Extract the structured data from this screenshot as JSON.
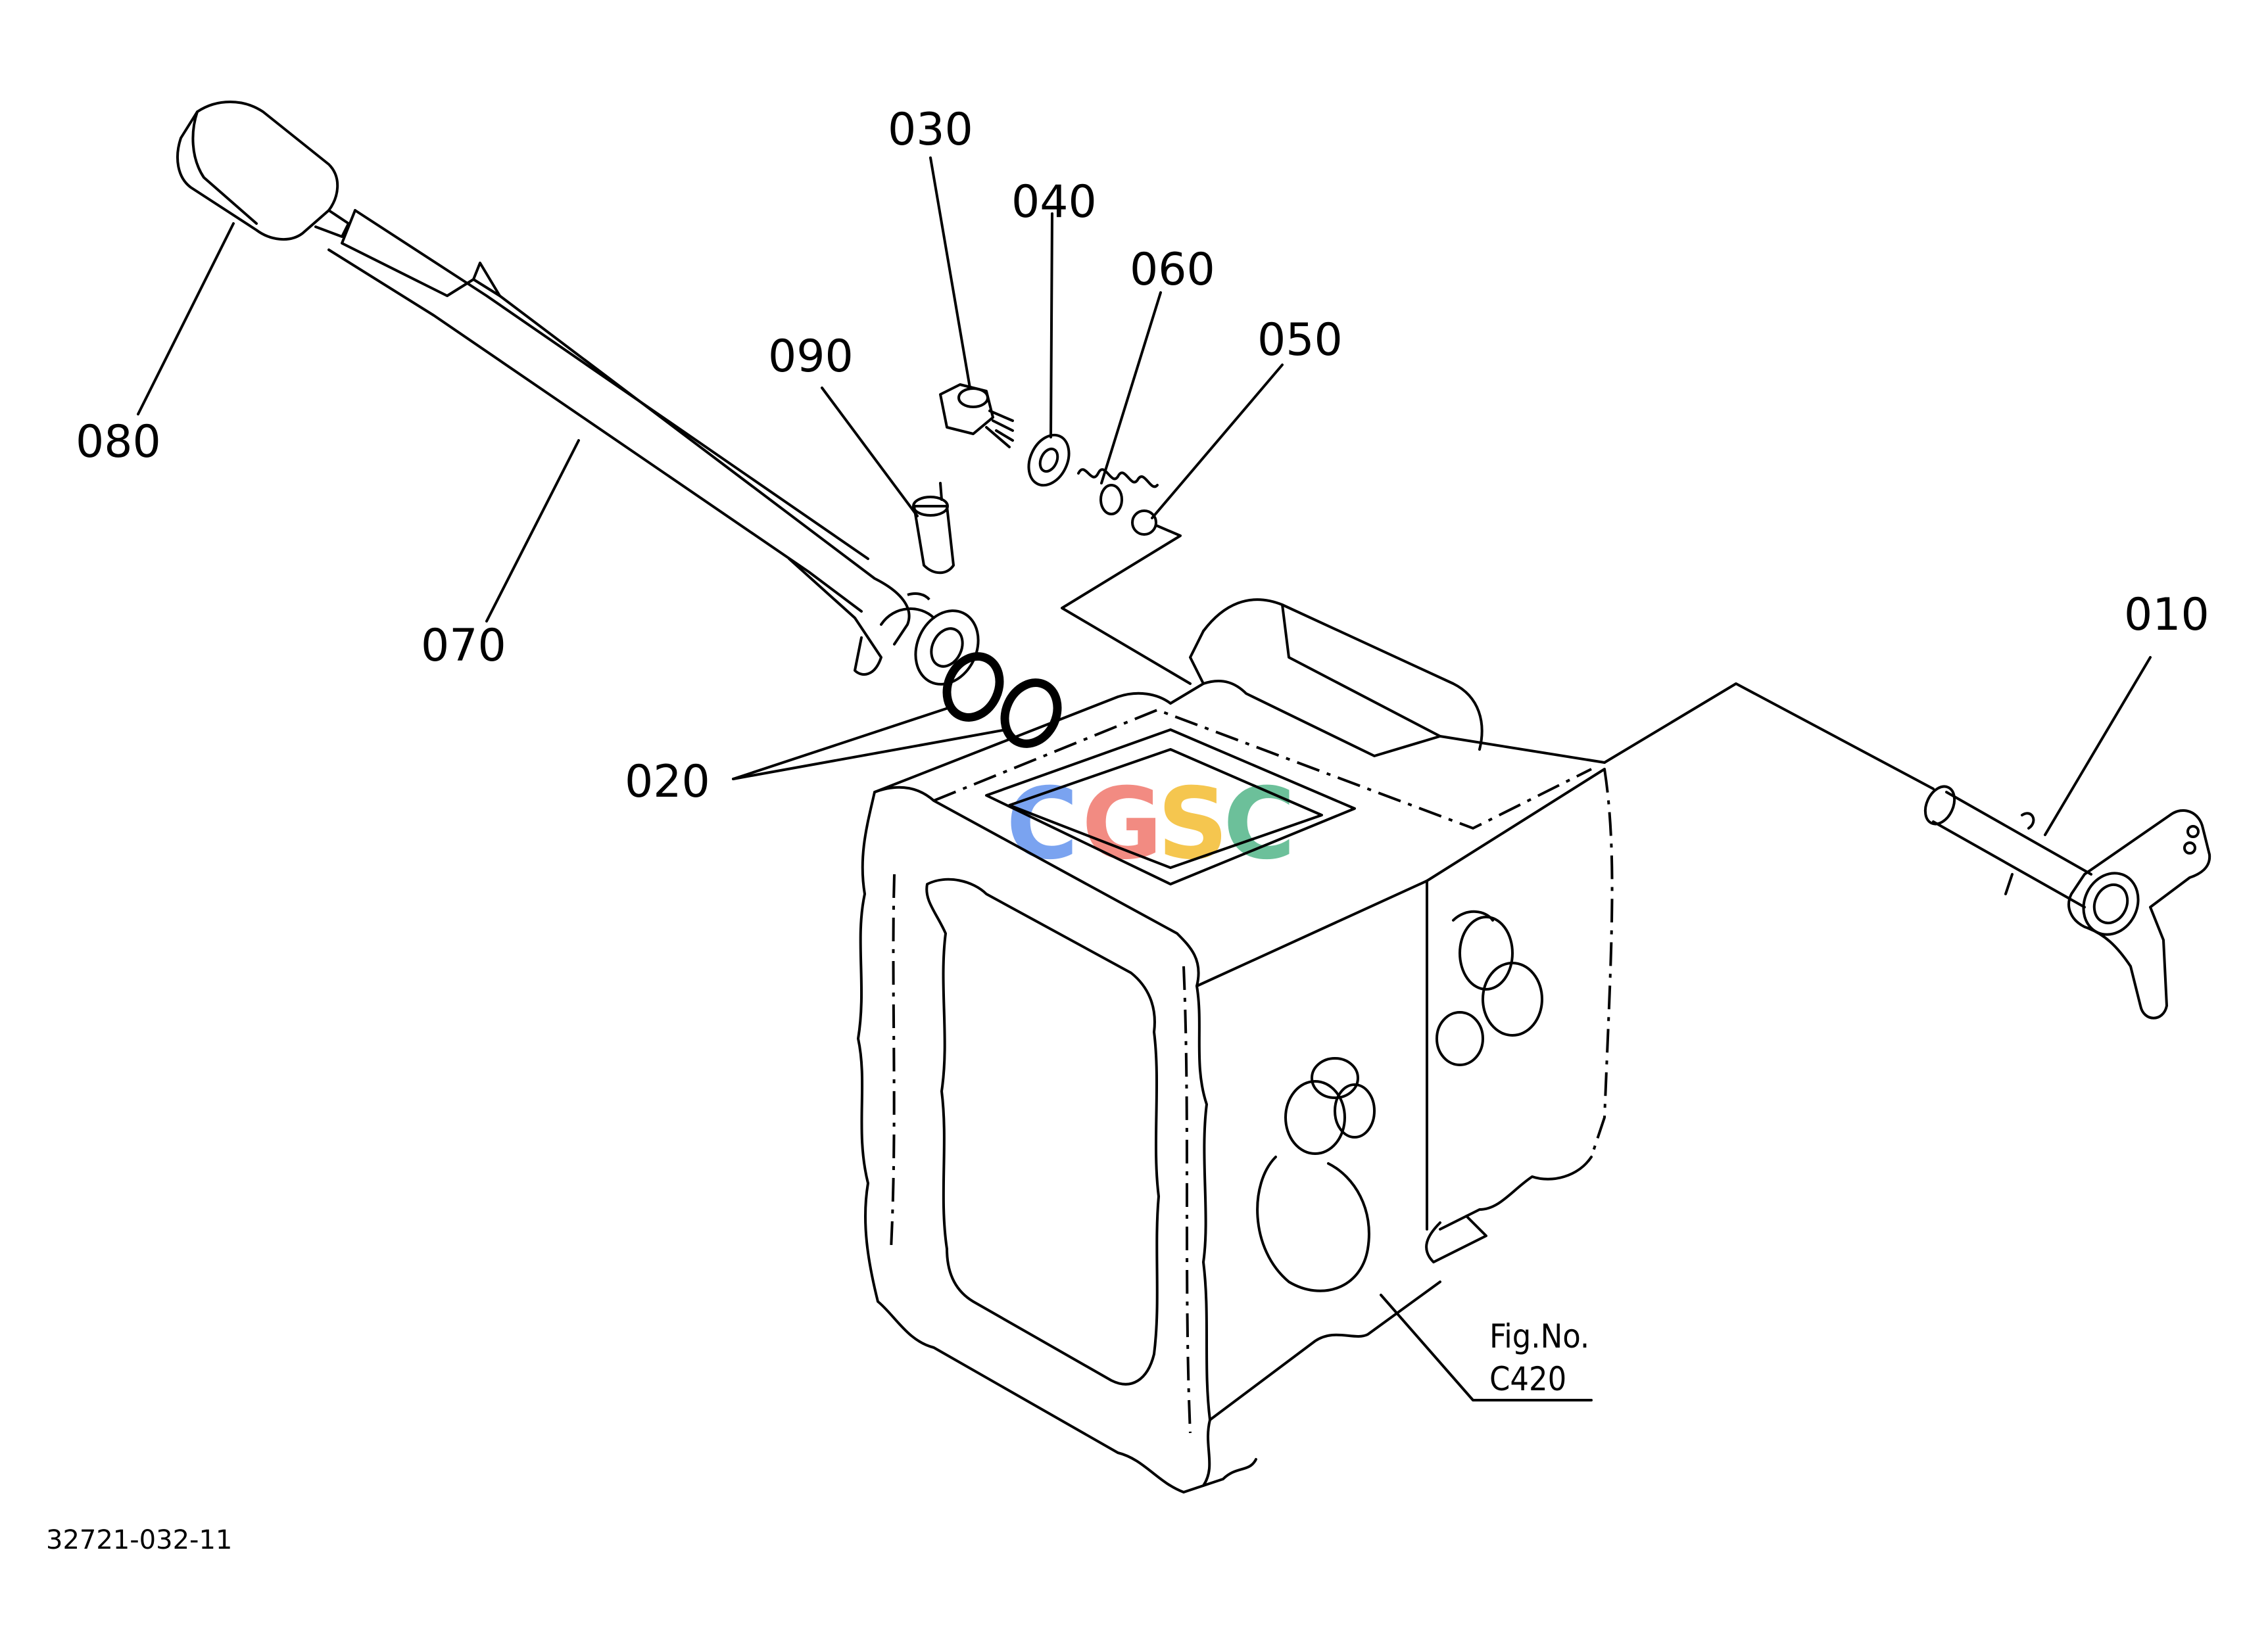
{
  "parts": [
    {
      "id": "p010",
      "label": "010"
    },
    {
      "id": "p020",
      "label": "020"
    },
    {
      "id": "p030",
      "label": "030"
    },
    {
      "id": "p040",
      "label": "040"
    },
    {
      "id": "p050",
      "label": "050"
    },
    {
      "id": "p060",
      "label": "060"
    },
    {
      "id": "p070",
      "label": "070"
    },
    {
      "id": "p080",
      "label": "080"
    },
    {
      "id": "p090",
      "label": "090"
    }
  ],
  "figure_ref": {
    "line1": "Fig.No.",
    "line2": "C420"
  },
  "drawing_number": "32721-032-11",
  "watermark": {
    "letters": [
      "C",
      "G",
      "S",
      "C"
    ],
    "colors": [
      "#7aa3f0",
      "#f28b82",
      "#f5c64f",
      "#6cc09a"
    ]
  }
}
